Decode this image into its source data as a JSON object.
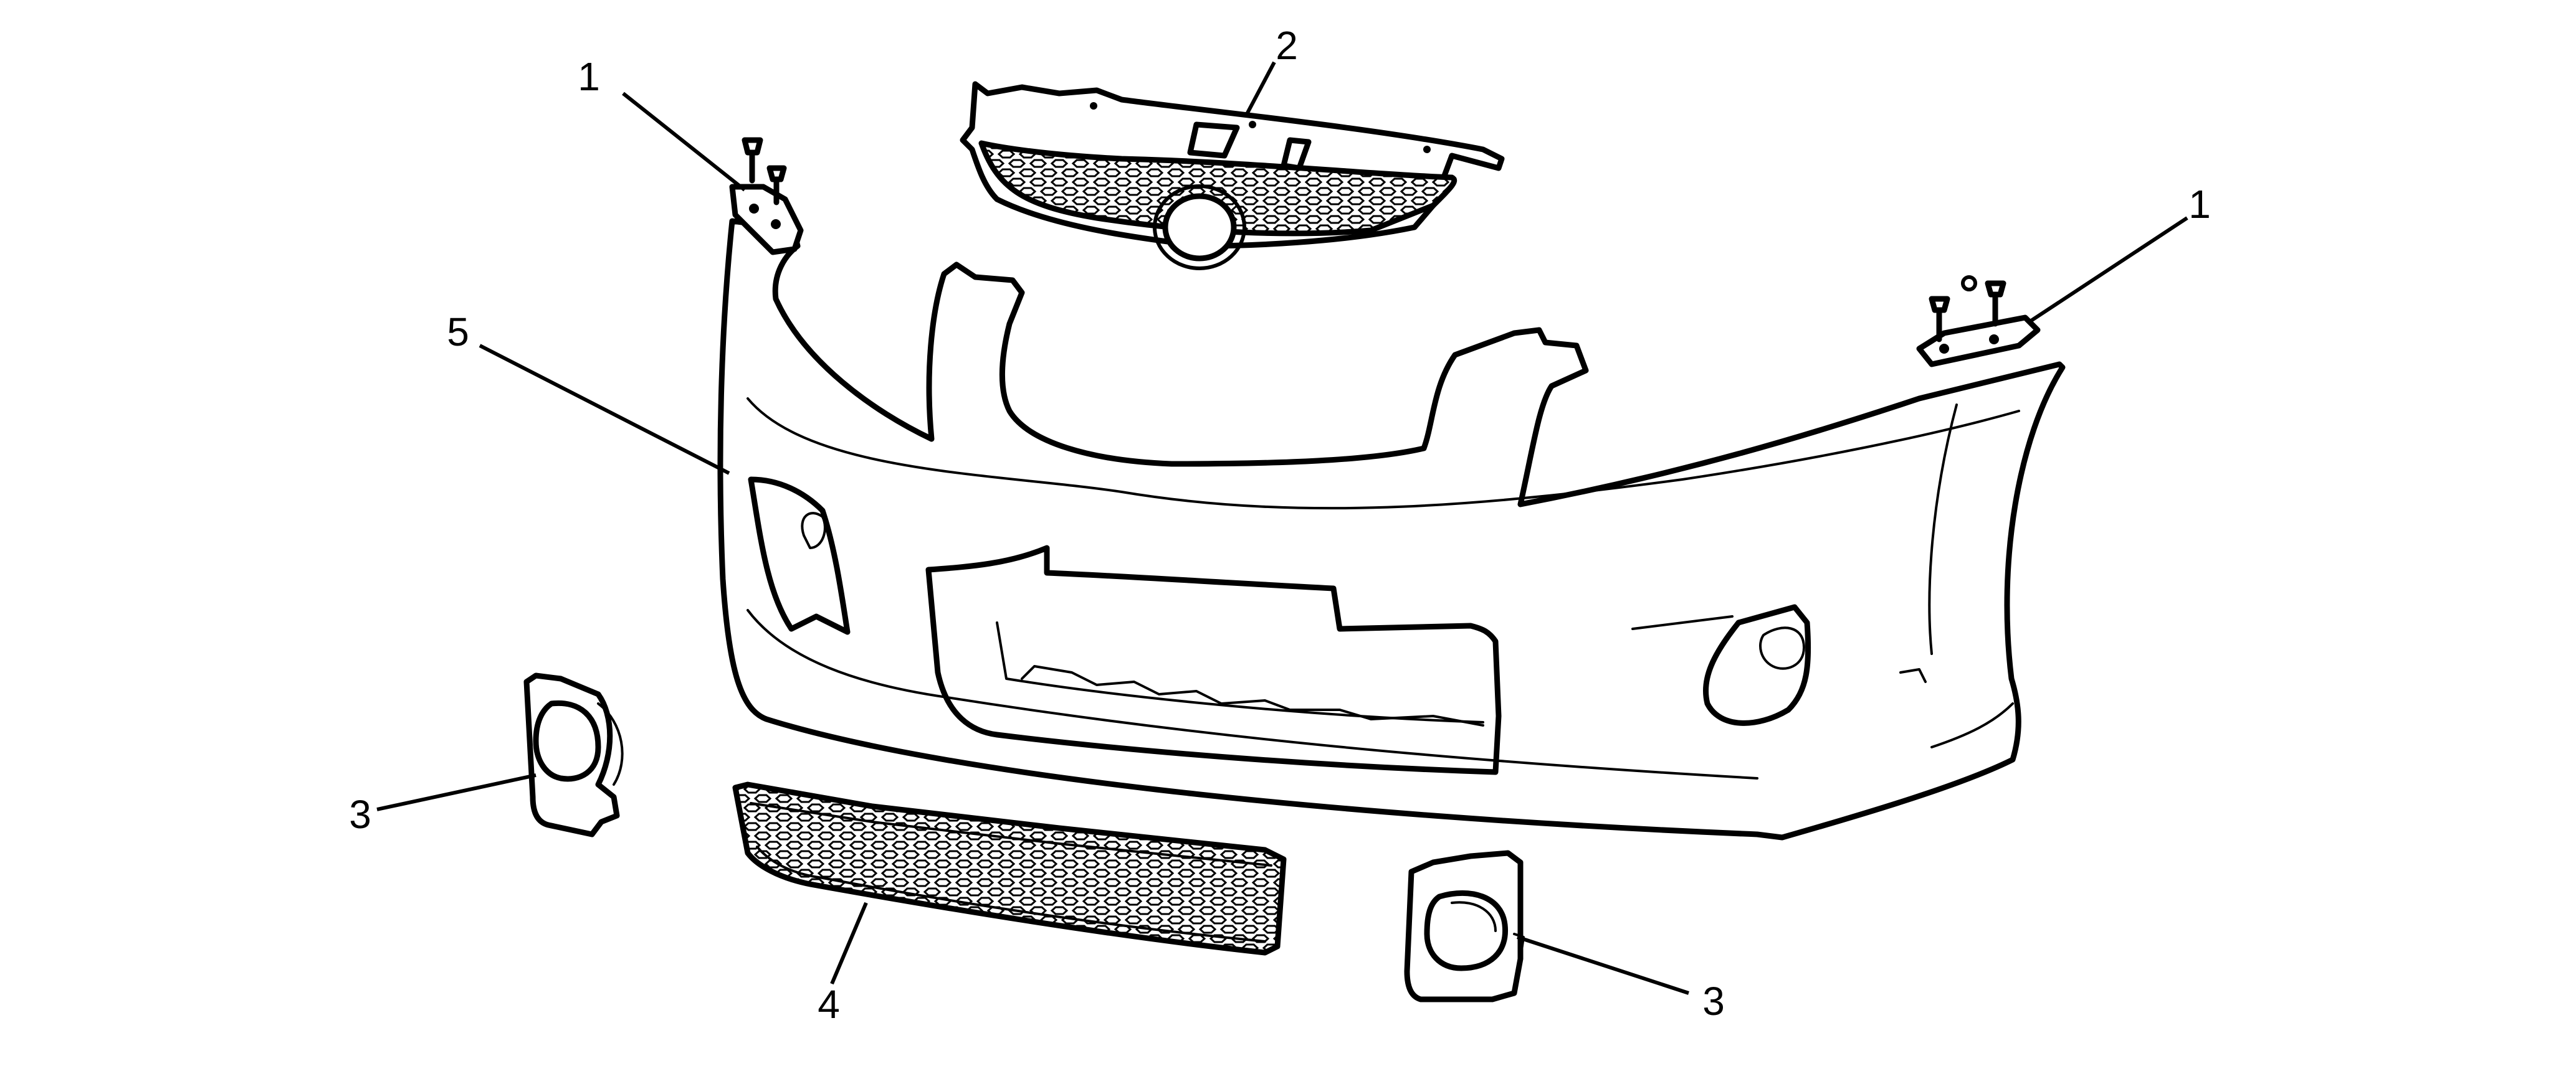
{
  "callouts": {
    "c1_left": "1",
    "c1_right": "1",
    "c2": "2",
    "c3_left": "3",
    "c3_right": "3",
    "c4": "4",
    "c5": "5"
  },
  "colors": {
    "line": "#000000",
    "background": "#ffffff"
  }
}
